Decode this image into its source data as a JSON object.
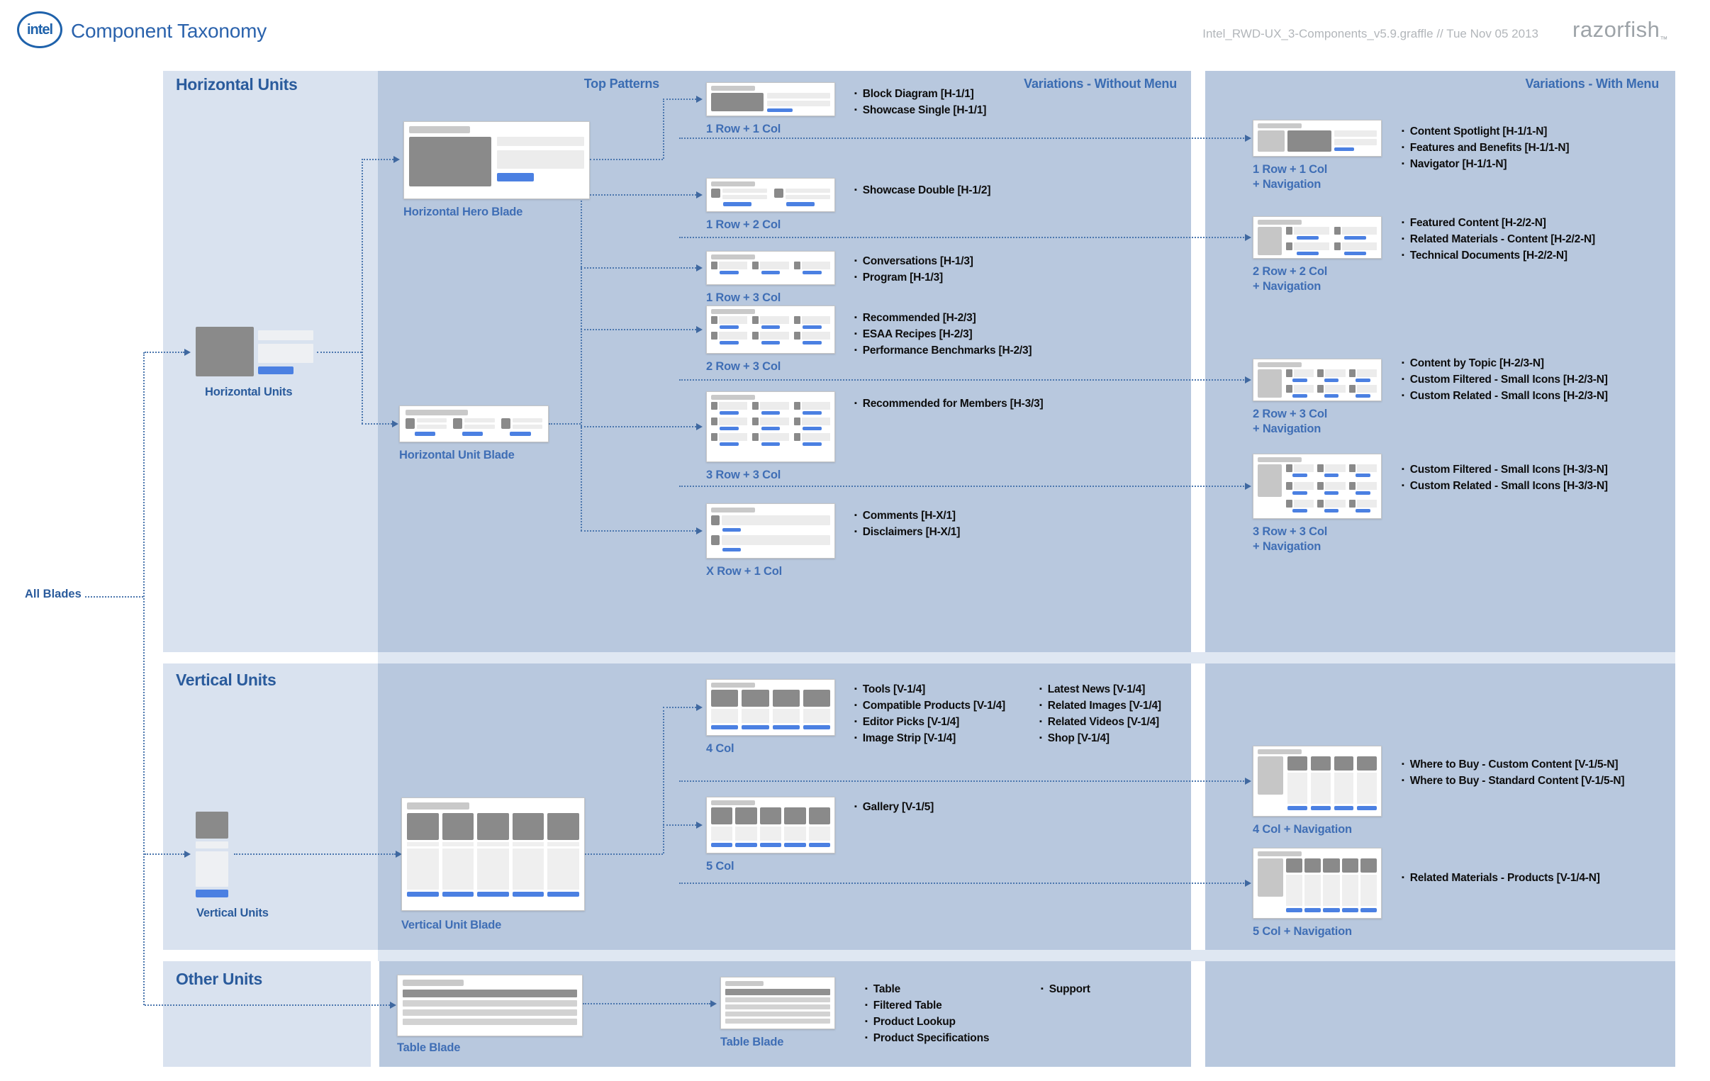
{
  "header": {
    "logo_text": "intel",
    "title": "Component Taxonomy",
    "file_info": "Intel_RWD-UX_3-Components_v5.9.graffle  //  Tue Nov 05 2013",
    "brand": "razorfish",
    "brand_tm": "™"
  },
  "labels": {
    "all_blades": "All Blades"
  },
  "sections": {
    "horizontal": "Horizontal Units",
    "vertical": "Vertical Units",
    "other": "Other Units"
  },
  "columns": {
    "top_patterns": "Top Patterns",
    "without_menu": "Variations - Without Menu",
    "with_menu": "Variations - With Menu"
  },
  "blades": {
    "horizontal_units": "Horizontal Units",
    "vertical_units": "Vertical Units",
    "hero": "Horizontal Hero Blade",
    "unit": "Horizontal Unit Blade",
    "vertical": "Vertical Unit Blade",
    "table": "Table Blade",
    "table2": "Table Blade"
  },
  "patterns": {
    "g1": {
      "label": "1 Row + 1 Col",
      "items": [
        "Block Diagram [H-1/1]",
        "Showcase Single [H-1/1]"
      ]
    },
    "g2": {
      "label": "1 Row + 2 Col",
      "items": [
        "Showcase Double [H-1/2]"
      ]
    },
    "g3": {
      "label": "1 Row + 3 Col",
      "items": [
        "Conversations [H-1/3]",
        "Program [H-1/3]"
      ]
    },
    "g4": {
      "label": "2 Row + 3 Col",
      "items": [
        "Recommended [H-2/3]",
        "ESAA Recipes [H-2/3]",
        "Performance Benchmarks [H-2/3]"
      ]
    },
    "g5": {
      "label": "3 Row + 3 Col",
      "items": [
        "Recommended for Members [H-3/3]"
      ]
    },
    "g6": {
      "label": "X Row + 1 Col",
      "items": [
        "Comments [H-X/1]",
        "Disclaimers [H-X/1]"
      ]
    },
    "v4": {
      "label": "4 Col",
      "items_a": [
        "Tools [V-1/4]",
        "Compatible Products [V-1/4]",
        "Editor Picks [V-1/4]",
        "Image Strip [V-1/4]"
      ],
      "items_b": [
        "Latest News [V-1/4]",
        "Related Images [V-1/4]",
        "Related Videos [V-1/4]",
        "Shop [V-1/4]"
      ]
    },
    "v5": {
      "label": "5 Col",
      "items": [
        "Gallery [V-1/5]"
      ]
    },
    "t": {
      "label": "Table Blade",
      "items_a": [
        "Table",
        "Filtered Table",
        "Product Lookup",
        "Product Specifications"
      ],
      "items_b": [
        "Support"
      ]
    }
  },
  "variations": {
    "n1": {
      "label": "1 Row + 1 Col",
      "label2": "+ Navigation",
      "items": [
        "Content Spotlight [H-1/1-N]",
        "Features and Benefits [H-1/1-N]",
        "Navigator [H-1/1-N]"
      ]
    },
    "n2": {
      "label": "2 Row + 2 Col",
      "label2": "+ Navigation",
      "items": [
        "Featured Content [H-2/2-N]",
        "Related Materials - Content [H-2/2-N]",
        "Technical Documents [H-2/2-N]"
      ]
    },
    "n3": {
      "label": "2 Row + 3 Col",
      "label2": "+ Navigation",
      "items": [
        "Content by Topic [H-2/3-N]",
        "Custom Filtered - Small Icons [H-2/3-N]",
        "Custom Related - Small Icons [H-2/3-N]"
      ]
    },
    "n4": {
      "label": "3 Row + 3 Col",
      "label2": "+ Navigation",
      "items": [
        "Custom Filtered - Small Icons [H-3/3-N]",
        "Custom Related - Small Icons [H-3/3-N]"
      ]
    },
    "m1": {
      "label": "4 Col + Navigation",
      "items": [
        "Where to Buy - Custom Content [V-1/5-N]",
        "Where to Buy - Standard Content [V-1/5-N]"
      ]
    },
    "m2": {
      "label": "5 Col + Navigation",
      "items": [
        "Related Materials - Products [V-1/4-N]"
      ]
    }
  },
  "colors": {
    "band_light": "#d9e2ef",
    "band_dark": "#b8c8de",
    "accent_heading": "#2a5b9c",
    "label_blue": "#3f6eb5",
    "connector": "#4c77ae",
    "wireframe_gray": "#8a8a8a",
    "wireframe_blue": "#4b80e2",
    "intel_blue": "#1f62ab"
  }
}
